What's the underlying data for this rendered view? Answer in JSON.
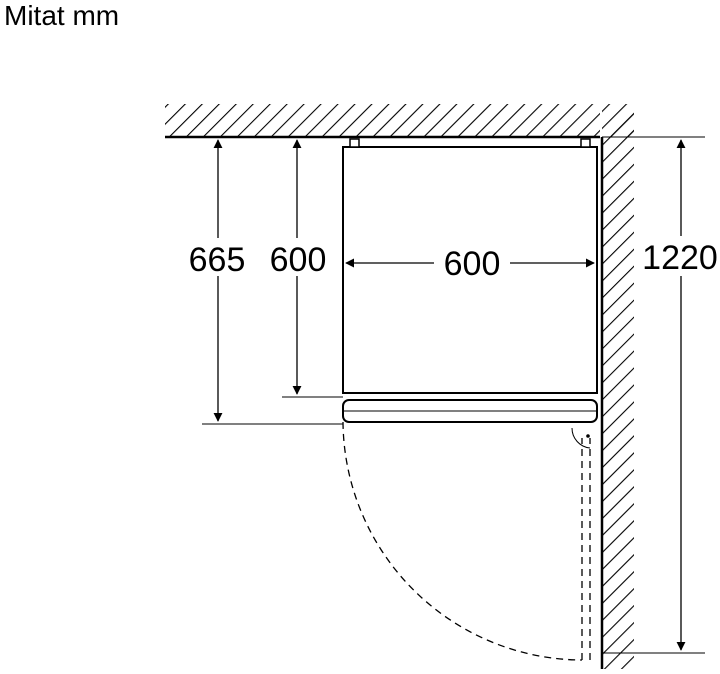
{
  "title": "Mitat mm",
  "dimensions": {
    "total_depth": "665",
    "body_depth": "600",
    "width": "600",
    "door_clearance": "1220"
  },
  "unit": "mm",
  "colors": {
    "line": "#000000",
    "background": "#ffffff"
  }
}
